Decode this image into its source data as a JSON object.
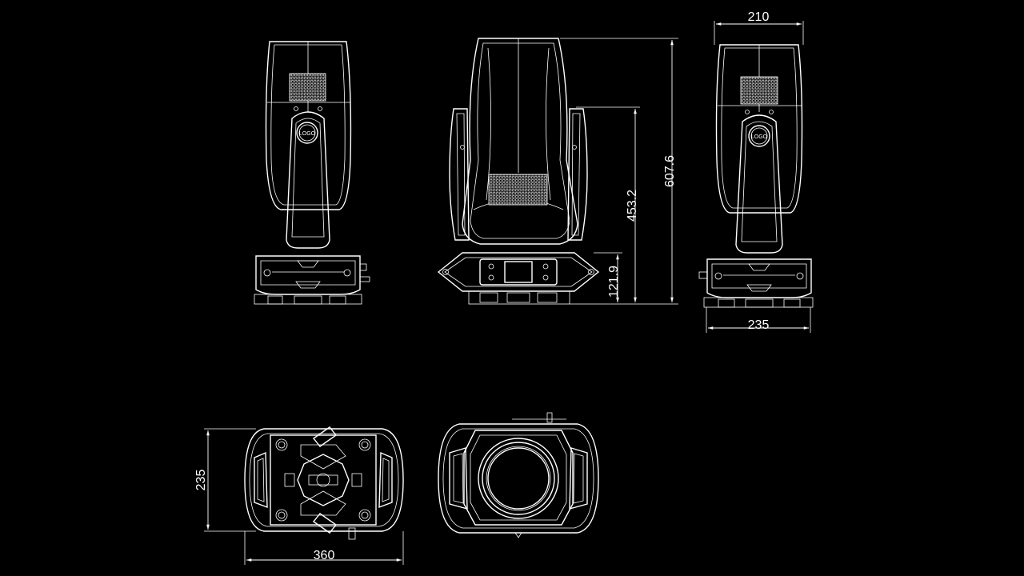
{
  "colors": {
    "background": "#000000",
    "line": "#ffffff"
  },
  "drawing": {
    "side_view_left": {
      "logo": "LOGO"
    },
    "front_view": {
      "dims": {
        "total_height": "607.6",
        "arm_height": "453.2",
        "base_height": "121.9"
      }
    },
    "side_view_right": {
      "logo": "LOGO",
      "dims": {
        "top_width": "210",
        "base_width": "235"
      }
    },
    "bottom_view": {
      "dims": {
        "width": "360",
        "depth": "235"
      }
    },
    "top_view": {}
  }
}
